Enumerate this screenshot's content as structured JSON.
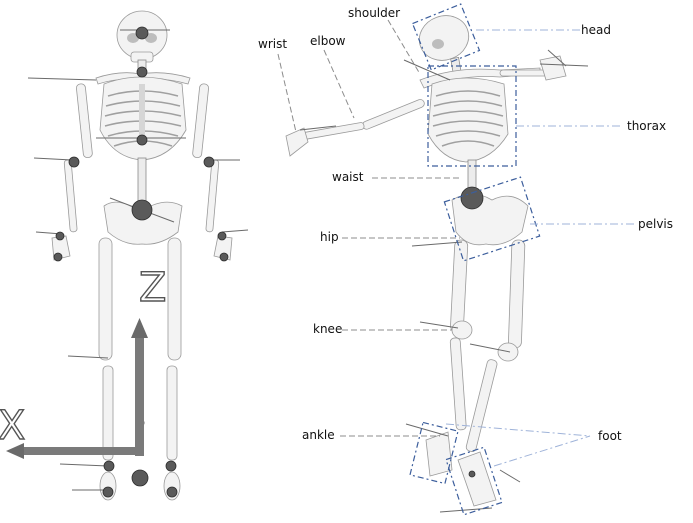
{
  "axis_labels": {
    "x": "X",
    "z": "Z"
  },
  "segments": {
    "head": "head",
    "shoulder": "shoulder",
    "wrist": "wrist",
    "elbow": "elbow",
    "thorax": "thorax",
    "waist": "waist",
    "pelvis": "pelvis",
    "hip": "hip",
    "knee": "knee",
    "ankle": "ankle",
    "foot": "foot"
  }
}
